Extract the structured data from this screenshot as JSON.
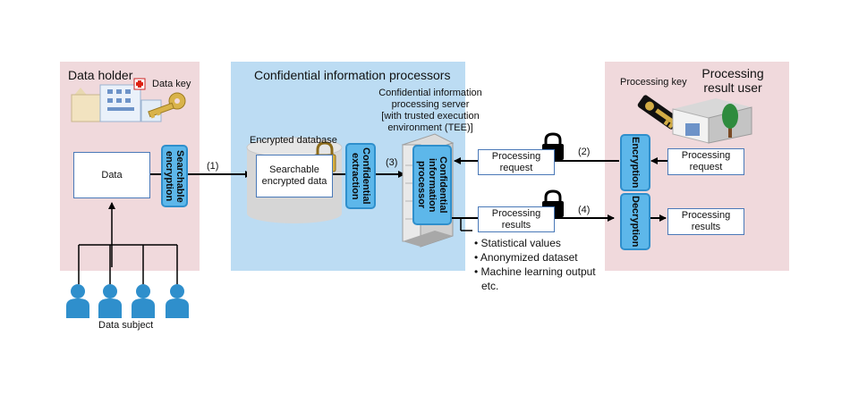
{
  "data_holder": {
    "title": "Data holder",
    "key_label": "Data key",
    "data_box": "Data",
    "searchable_encryption": "Searchable\nencryption"
  },
  "processors": {
    "title": "Confidential information processors",
    "db_label": "Encrypted database",
    "db_box": "Searchable\nencrypted data",
    "confidential_extraction": "Confidential\nextraction",
    "server_label": "Confidential information\nprocessing server\n[with trusted execution\nenvironment (TEE)]",
    "processor": "Confidential\ninformation\nprocessor"
  },
  "result_user": {
    "title": "Processing\nresult user",
    "key_label": "Processing key",
    "encryption": "Encryption",
    "decryption": "Decryption",
    "request_box": "Processing\nrequest",
    "results_box": "Processing\nresults"
  },
  "flow": {
    "step1": "(1)",
    "step2": "(2)",
    "step3": "(3)",
    "step4": "(4)",
    "request_mid": "Processing\nrequest",
    "results_mid": "Processing\nresults"
  },
  "outputs": [
    "• Statistical values",
    "• Anonymized dataset",
    "• Machine learning output",
    "etc."
  ],
  "data_subject": "Data subject",
  "colors": {
    "pink_panel": "#f0d9dc",
    "blue_panel": "#bcdcf3",
    "pill": "#5db7ea",
    "person": "#2f8fcc"
  }
}
